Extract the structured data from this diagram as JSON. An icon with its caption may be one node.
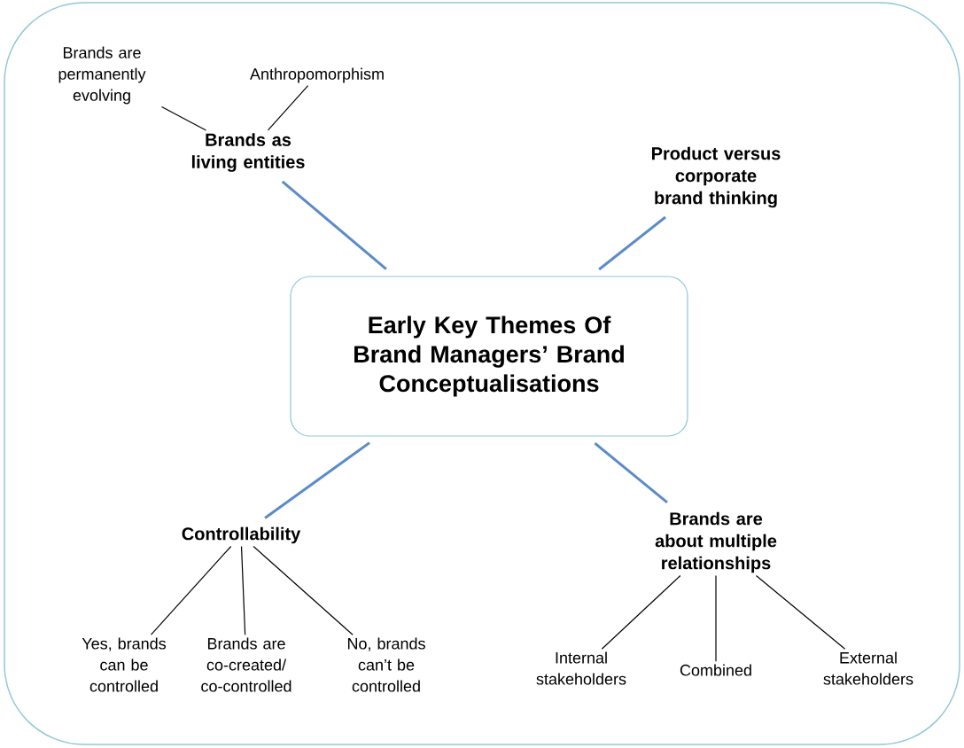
{
  "diagram": {
    "nodes": [
      {
        "text": [
          "Early Key Themes Of Brand Managers’ Brand Conceptualisations"
        ]
      },
      {
        "text": [
          "Brands as living entities"
        ]
      },
      {
        "text": [
          "Brands are permanently evolving"
        ]
      },
      {
        "text": [
          "Anthropomorphism"
        ]
      },
      {
        "text": [
          "Product versus corporate brand thinking"
        ]
      },
      {
        "text": [
          "Controllability"
        ]
      },
      {
        "text": [
          "Yes, brands can be controlled"
        ]
      },
      {
        "text": [
          "Brands are co-created/ co-controlled"
        ]
      },
      {
        "text": [
          "No, brands can’t be controlled"
        ]
      },
      {
        "text": [
          "Brands are about multiple relationships"
        ]
      },
      {
        "text": [
          "Internal stakeholders"
        ]
      },
      {
        "text": [
          "Combined"
        ]
      },
      {
        "text": [
          "External stakeholders"
        ]
      }
    ],
    "edges": [
      {
        "from": 0,
        "to": 1,
        "arrow": "none",
        "style": "thick",
        "color": "#5b8bc8"
      },
      {
        "from": 1,
        "to": 2,
        "arrow": "none"
      },
      {
        "from": 1,
        "to": 3,
        "arrow": "none"
      },
      {
        "from": 0,
        "to": 4,
        "arrow": "none",
        "style": "thick",
        "color": "#5b8bc8"
      },
      {
        "from": 0,
        "to": 5,
        "arrow": "none",
        "style": "thick",
        "color": "#5b8bc8"
      },
      {
        "from": 5,
        "to": 6,
        "arrow": "none"
      },
      {
        "from": 5,
        "to": 7,
        "arrow": "none"
      },
      {
        "from": 5,
        "to": 8,
        "arrow": "none"
      },
      {
        "from": 0,
        "to": 9,
        "arrow": "none",
        "style": "thick",
        "color": "#5b8bc8"
      },
      {
        "from": 9,
        "to": 10,
        "arrow": "none"
      },
      {
        "from": 9,
        "to": 11,
        "arrow": "none"
      },
      {
        "from": 9,
        "to": 12,
        "arrow": "none"
      }
    ]
  }
}
